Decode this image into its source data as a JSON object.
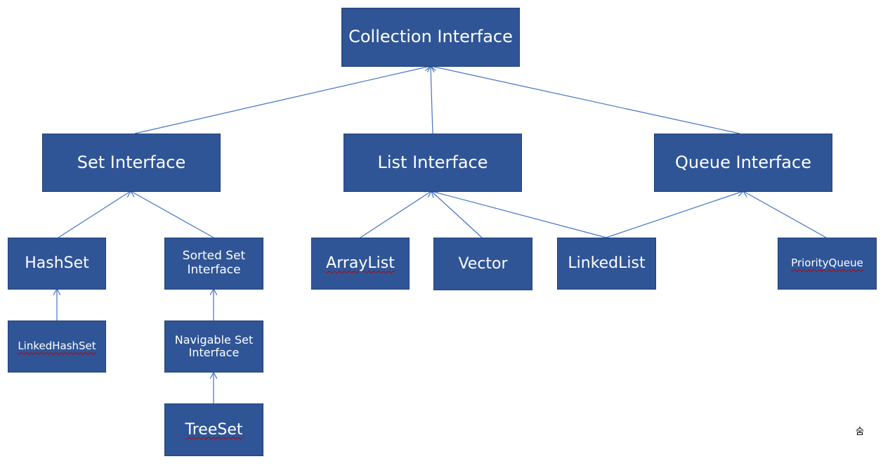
{
  "nodes": {
    "collection": "Collection Interface",
    "set": "Set Interface",
    "list": "List Interface",
    "queue": "Queue Interface",
    "hashset": "HashSet",
    "sortedset": "Sorted Set Interface",
    "arraylist": "ArrayList",
    "vector": "Vector",
    "linkedlist": "LinkedList",
    "priorityqueue": "PriorityQueue",
    "linkedhashset": "LinkedHashSet",
    "navigableset": "Navigable Set Interface",
    "treeset": "TreeSet"
  },
  "edges": [
    {
      "from": "set",
      "to": "collection"
    },
    {
      "from": "list",
      "to": "collection"
    },
    {
      "from": "queue",
      "to": "collection"
    },
    {
      "from": "hashset",
      "to": "set"
    },
    {
      "from": "sortedset",
      "to": "set"
    },
    {
      "from": "arraylist",
      "to": "list"
    },
    {
      "from": "vector",
      "to": "list"
    },
    {
      "from": "linkedlist",
      "to": "list"
    },
    {
      "from": "linkedlist",
      "to": "queue"
    },
    {
      "from": "priorityqueue",
      "to": "queue"
    },
    {
      "from": "linkedhashset",
      "to": "hashset"
    },
    {
      "from": "navigableset",
      "to": "sortedset"
    },
    {
      "from": "treeset",
      "to": "navigableset"
    }
  ],
  "corner_mark": "숨",
  "colors": {
    "box": "#2f5597",
    "box_border": "#1f3f76",
    "edge": "#4472c4",
    "text": "#ffffff"
  }
}
